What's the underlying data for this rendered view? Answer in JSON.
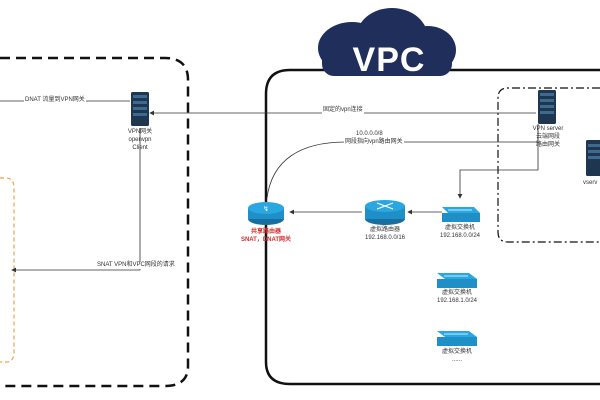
{
  "vpc": {
    "title": "VPC"
  },
  "colors": {
    "cloud": "#1f2e5a",
    "server": "#1e3650",
    "cyan": "#1f8fc8",
    "lines": "#333333",
    "orange": "#f0a24b",
    "red": "#d0312d"
  },
  "nodes": {
    "vpn_gateway_client": {
      "line1": "VPN网关",
      "line2": "openvpn",
      "line3": "Client"
    },
    "vpn_server": {
      "line1": "VPN server",
      "line2": "云端网段",
      "line3": "路由网关"
    },
    "vserver": {
      "line1": "vserv"
    },
    "shared_router": {
      "line1": "共享路由器",
      "line2": "SNAT，DNAT网关"
    },
    "virtual_router": {
      "line1": "虚拟路由器",
      "line2": "192.168.0.0/16"
    },
    "switch1": {
      "line1": "虚拟交换机",
      "line2": "192.168.0.0/24"
    },
    "switch2": {
      "line1": "虚拟交换机",
      "line2": "192.168.1.0/24"
    },
    "switch3": {
      "line1": "虚拟交换机",
      "line2": "......"
    }
  },
  "edges": {
    "dnat": "DNAT 流量到VPN网关",
    "fixed_vpn": "固定的vpn连接",
    "route_1": "10.0.0.0/8",
    "route_2": "网段指向vpn路由网关",
    "snat": "SNAT VPN和VPC网段的请求"
  }
}
